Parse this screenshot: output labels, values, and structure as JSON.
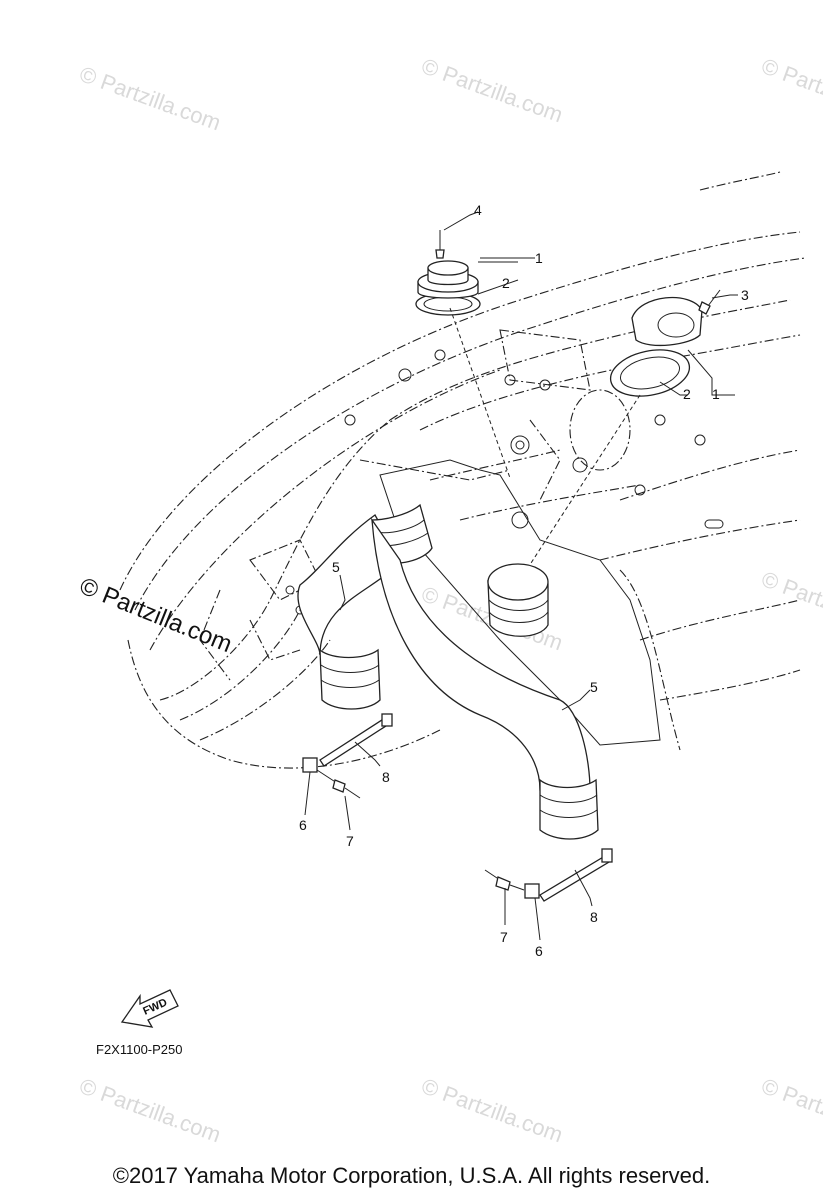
{
  "watermark": "© Partzilla.com",
  "diagram_code": "F2X1100-P250",
  "direction_label": "FWD",
  "copyright": "©2017  Yamaha Motor Corporation, U.S.A. All rights reserved.",
  "callouts": {
    "c1a": "1",
    "c1b": "1",
    "c2a": "2",
    "c2b": "2",
    "c3": "3",
    "c4": "4",
    "c5a": "5",
    "c5b": "5",
    "c6a": "6",
    "c6b": "6",
    "c7a": "7",
    "c7b": "7",
    "c8a": "8",
    "c8b": "8"
  }
}
